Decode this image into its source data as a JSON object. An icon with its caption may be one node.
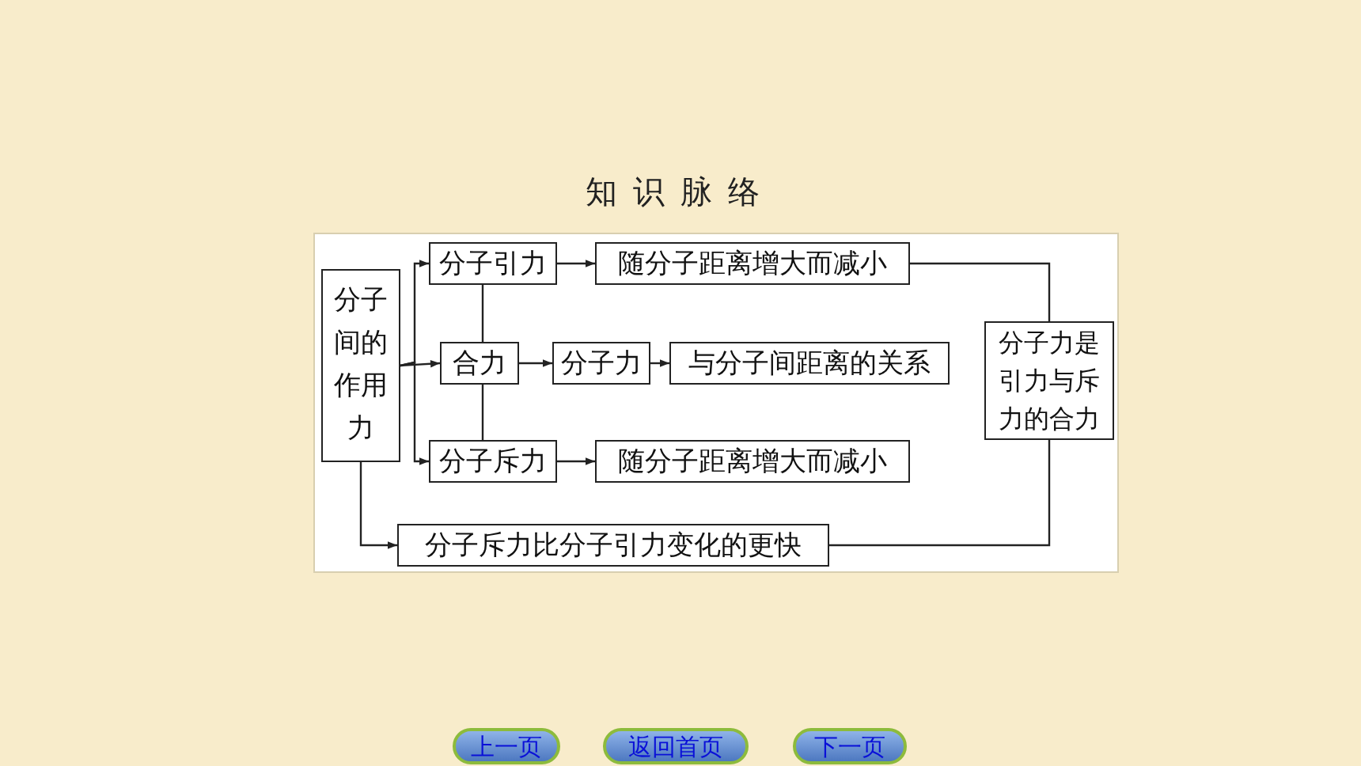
{
  "diagram": {
    "title": "知识脉络",
    "nodes": [
      {
        "text": [
          "分子间的作用力"
        ]
      },
      {
        "text": [
          "分子引力"
        ]
      },
      {
        "text": [
          "随分子距离增大而减小"
        ]
      },
      {
        "text": [
          "合力"
        ]
      },
      {
        "text": [
          "分子力"
        ]
      },
      {
        "text": [
          "与分子间距离的关系"
        ]
      },
      {
        "text": [
          "分子斥力"
        ]
      },
      {
        "text": [
          "随分子距离增大而减小"
        ]
      },
      {
        "text": [
          "分子力是引力与斥力的合力"
        ]
      },
      {
        "text": [
          "分子斥力比分子引力变化的更快"
        ]
      }
    ],
    "edges": [
      {
        "from": 0,
        "to": 1,
        "arrow": "to"
      },
      {
        "from": 0,
        "to": 3,
        "arrow": "to"
      },
      {
        "from": 0,
        "to": 6,
        "arrow": "to"
      },
      {
        "from": 1,
        "to": 2,
        "arrow": "to"
      },
      {
        "from": 3,
        "to": 4,
        "arrow": "to"
      },
      {
        "from": 4,
        "to": 5,
        "arrow": "to"
      },
      {
        "from": 6,
        "to": 7,
        "arrow": "to"
      },
      {
        "from": 1,
        "to": 3,
        "arrow": "none"
      },
      {
        "from": 3,
        "to": 6,
        "arrow": "none"
      },
      {
        "from": 2,
        "to": 8,
        "arrow": "none"
      },
      {
        "from": 0,
        "to": 9,
        "arrow": "to"
      },
      {
        "from": 8,
        "to": 9,
        "arrow": "none"
      }
    ],
    "labels": [
      "上一页",
      "返回首页",
      "下一页"
    ]
  }
}
